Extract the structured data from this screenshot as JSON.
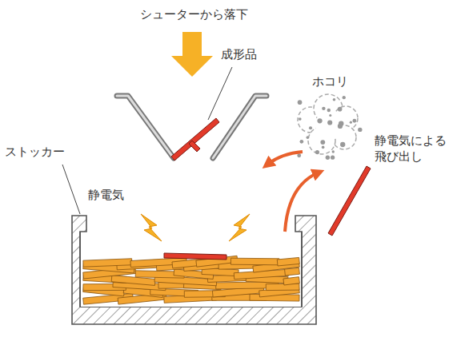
{
  "diagram": {
    "labels": [
      "シューターから落下",
      "成形品",
      "ホコリ",
      "静電気による 飛び出し",
      "ストッカー",
      "静電気"
    ]
  }
}
